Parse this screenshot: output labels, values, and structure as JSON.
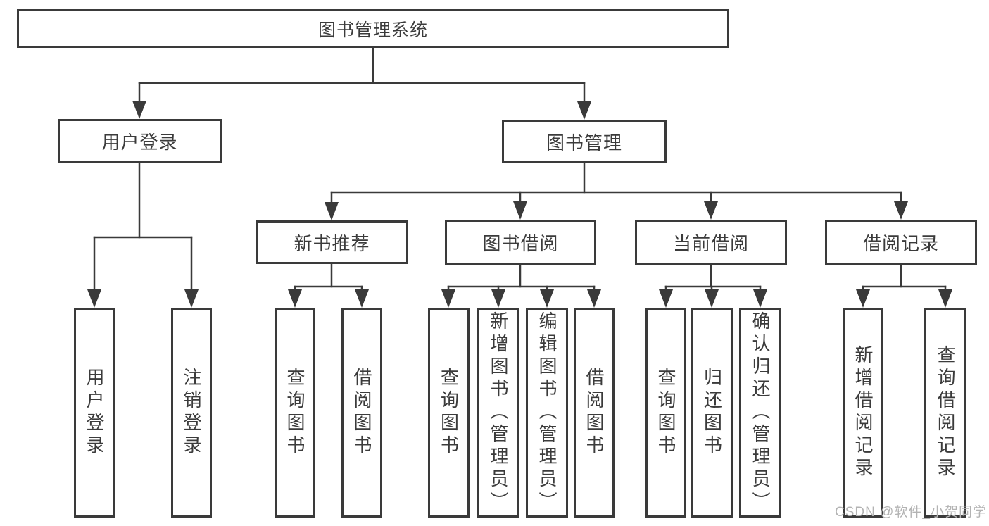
{
  "diagram": {
    "type": "tree",
    "root": {
      "label": "图书管理系统",
      "children": [
        {
          "label": "用户登录",
          "children": [
            {
              "label": "用户登录"
            },
            {
              "label": "注销登录"
            }
          ]
        },
        {
          "label": "图书管理",
          "children": [
            {
              "label": "新书推荐",
              "children": [
                {
                  "label": "查询图书"
                },
                {
                  "label": "借阅图书"
                }
              ]
            },
            {
              "label": "图书借阅",
              "children": [
                {
                  "label": "查询图书"
                },
                {
                  "label": "新增图书（管理员）"
                },
                {
                  "label": "编辑图书（管理员）"
                },
                {
                  "label": "借阅图书"
                }
              ]
            },
            {
              "label": "当前借阅",
              "children": [
                {
                  "label": "查询图书"
                },
                {
                  "label": "归还图书"
                },
                {
                  "label": "确认归还（管理员）"
                }
              ]
            },
            {
              "label": "借阅记录",
              "children": [
                {
                  "label": "新增借阅记录"
                },
                {
                  "label": "查询借阅记录"
                }
              ]
            }
          ]
        }
      ]
    }
  },
  "watermark": "CSDN @软件_小贺同学",
  "colors": {
    "line": "#3a3a3a",
    "border": "#3a3a3a",
    "text": "#3b3b3b",
    "background": "#ffffff",
    "watermark": "#b3b3b3"
  }
}
